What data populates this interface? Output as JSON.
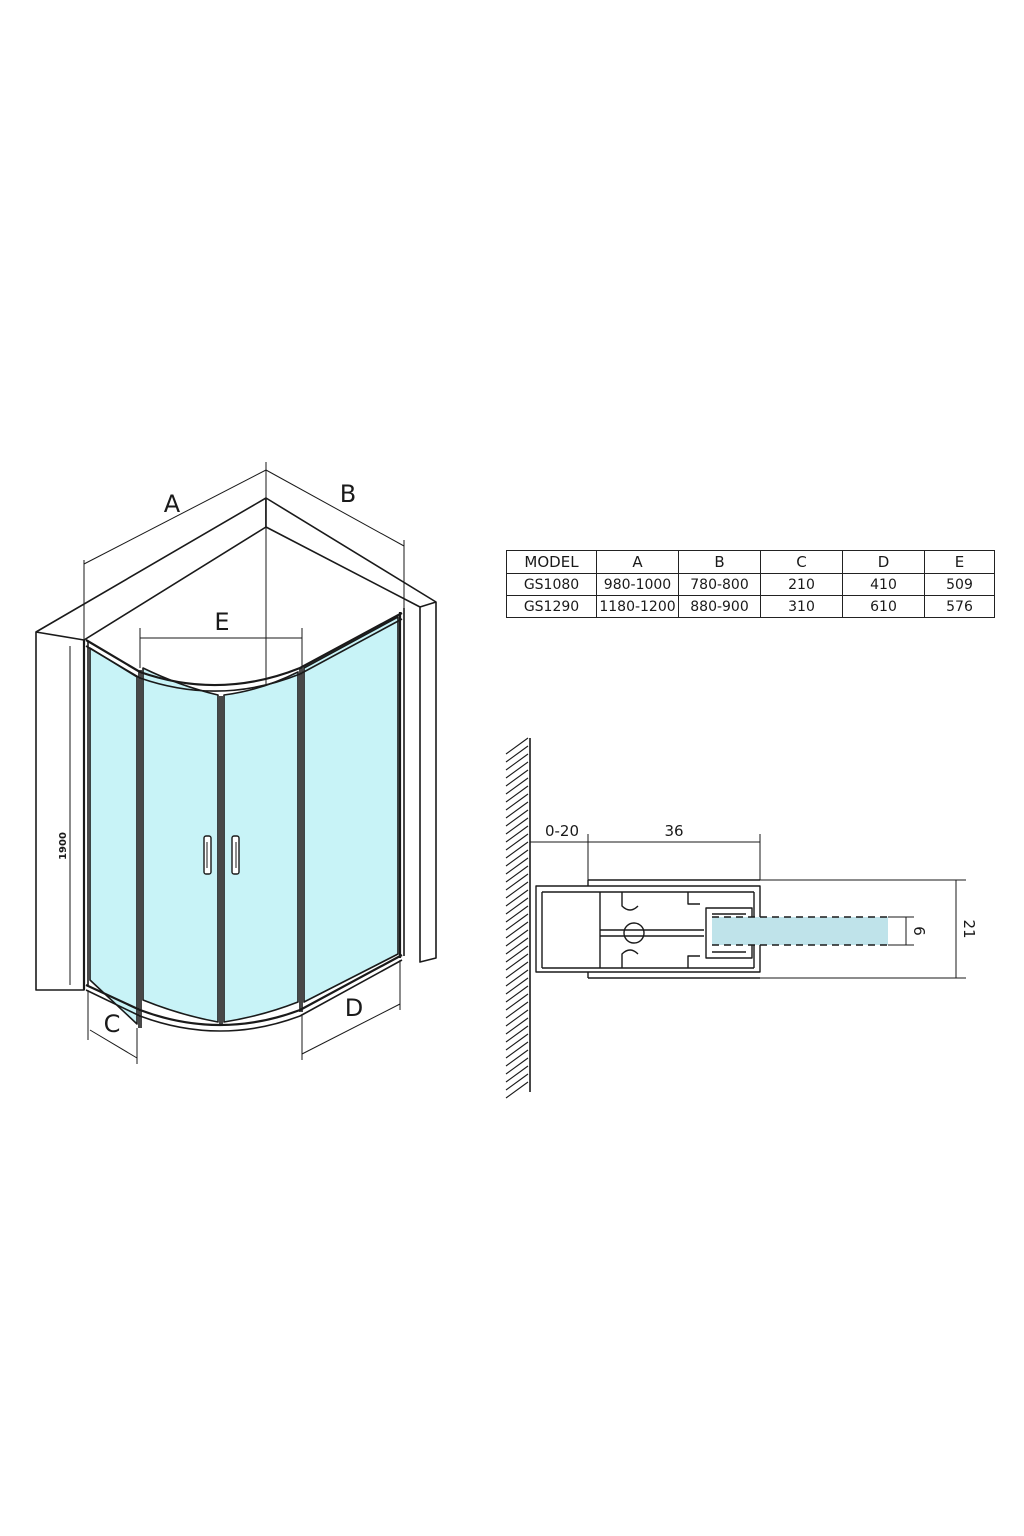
{
  "labels": {
    "A": "A",
    "B": "B",
    "C": "C",
    "D": "D",
    "E": "E",
    "height": "1900",
    "wall_gap": "0-20",
    "profile_width": "36",
    "glass_thickness": "6",
    "profile_height": "21"
  },
  "table": {
    "headers": [
      "MODEL",
      "A",
      "B",
      "C",
      "D",
      "E"
    ],
    "rows": [
      [
        "GS1080",
        "980-1000",
        "780-800",
        "210",
        "410",
        "509"
      ],
      [
        "GS1290",
        "1180-1200",
        "880-900",
        "310",
        "610",
        "576"
      ]
    ]
  },
  "colors": {
    "glass": "#c8f3f7",
    "glass_profile": "#bfe3ea",
    "line": "#1a1a1a"
  }
}
